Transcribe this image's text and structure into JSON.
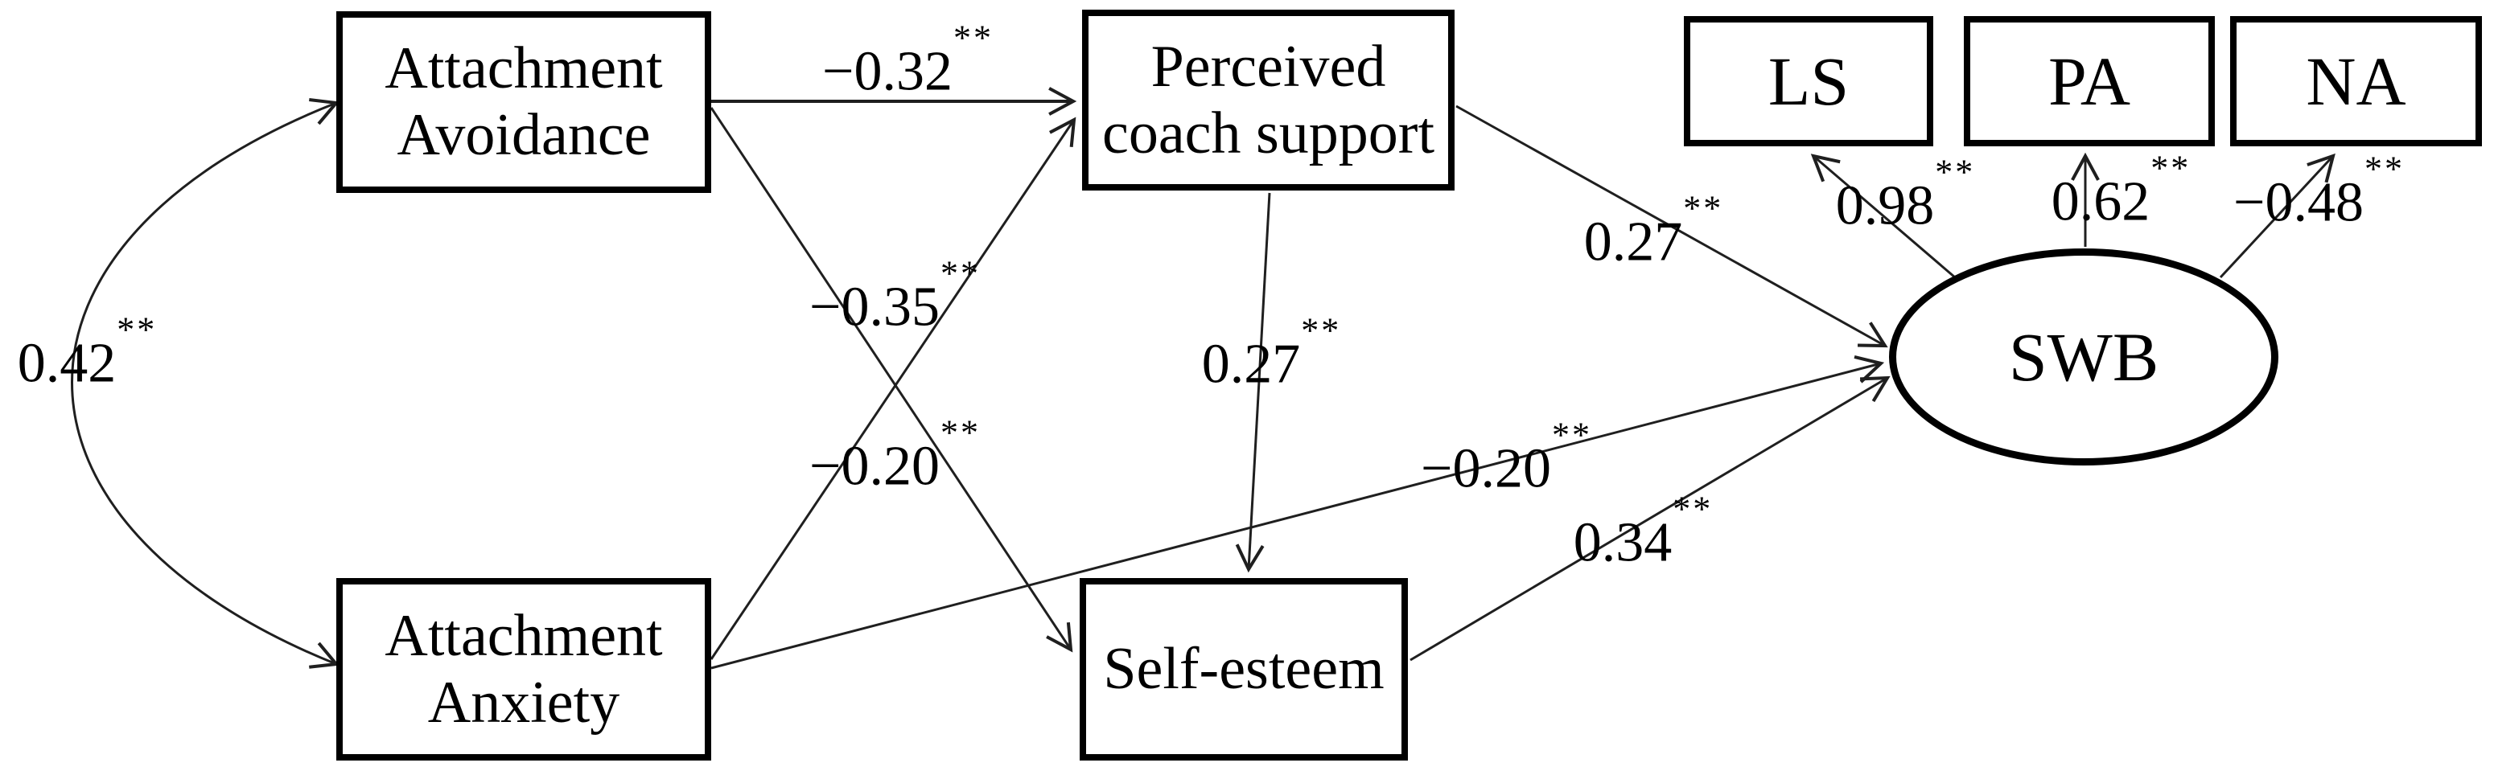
{
  "figure": {
    "background": "#ffffff",
    "ink": "#000000"
  },
  "nodes": {
    "avoidance": {
      "label": "Attachment Avoidance",
      "shape": "rectangle"
    },
    "anxiety": {
      "label": "Attachment Anxiety",
      "shape": "rectangle"
    },
    "coach_support": {
      "label": "Perceived coach support",
      "shape": "rectangle"
    },
    "self_esteem": {
      "label": "Self-esteem",
      "shape": "rectangle"
    },
    "swb": {
      "label": "SWB",
      "shape": "ellipse"
    },
    "ls": {
      "label": "LS",
      "shape": "rectangle"
    },
    "pa": {
      "label": "PA",
      "shape": "rectangle"
    },
    "na": {
      "label": "NA",
      "shape": "rectangle"
    }
  },
  "paths": {
    "avoidance_anxiety": {
      "from": "avoidance",
      "to": "anxiety",
      "type": "covariance",
      "value": "0.42",
      "sig": "**"
    },
    "avoidance_coach": {
      "from": "avoidance",
      "to": "coach_support",
      "type": "directed",
      "value": "−0.32",
      "sig": "**"
    },
    "anxiety_coach": {
      "from": "anxiety",
      "to": "coach_support",
      "type": "directed",
      "value": "−0.35",
      "sig": "**"
    },
    "avoidance_selfesteem": {
      "from": "avoidance",
      "to": "self_esteem",
      "type": "directed",
      "value": "−0.20",
      "sig": "**"
    },
    "coach_selfesteem": {
      "from": "coach_support",
      "to": "self_esteem",
      "type": "directed",
      "value": "0.27",
      "sig": "**"
    },
    "coach_swb": {
      "from": "coach_support",
      "to": "swb",
      "type": "directed",
      "value": "0.27",
      "sig": "**"
    },
    "anxiety_swb": {
      "from": "anxiety",
      "to": "swb",
      "type": "directed",
      "value": "−0.20",
      "sig": "**"
    },
    "selfesteem_swb": {
      "from": "self_esteem",
      "to": "swb",
      "type": "directed",
      "value": "0.34",
      "sig": "**"
    },
    "swb_ls": {
      "from": "swb",
      "to": "ls",
      "type": "loading",
      "value": "0.98",
      "sig": "**"
    },
    "swb_pa": {
      "from": "swb",
      "to": "pa",
      "type": "loading",
      "value": "0.62",
      "sig": "**"
    },
    "swb_na": {
      "from": "swb",
      "to": "na",
      "type": "loading",
      "value": "−0.48",
      "sig": "**"
    }
  }
}
